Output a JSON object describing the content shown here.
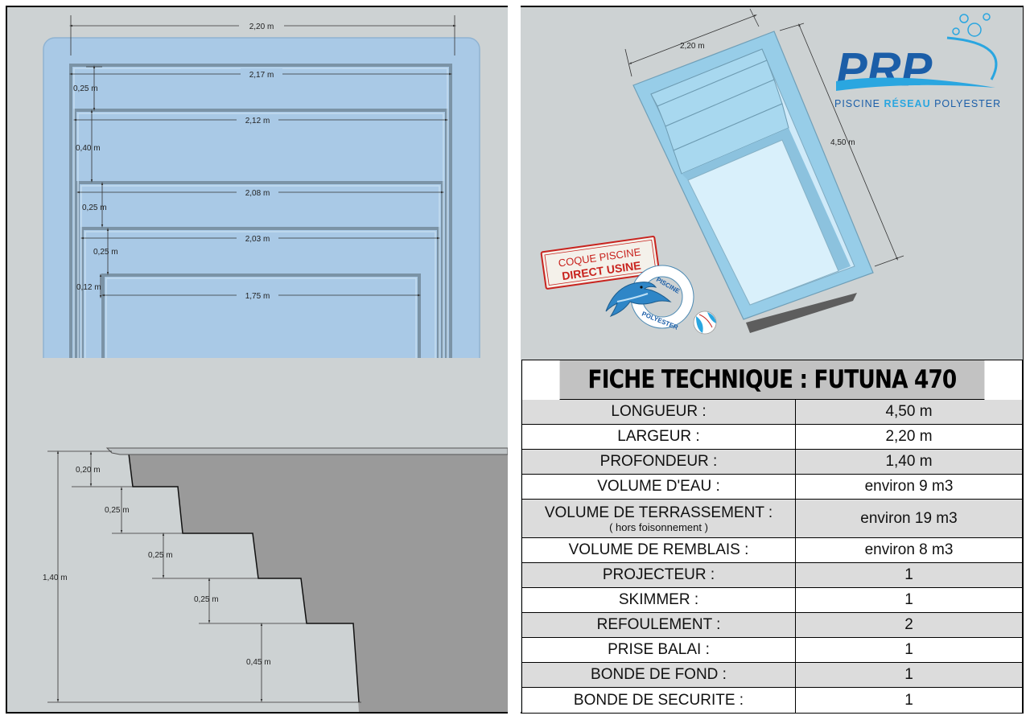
{
  "plan_view": {
    "width_top": "2,20 m",
    "steps": [
      {
        "width": "2,17 m",
        "depth": "0,25 m"
      },
      {
        "width": "2,12 m",
        "depth": "0,40 m"
      },
      {
        "width": "2,08 m",
        "depth": "0,25 m"
      },
      {
        "width": "2,03 m",
        "depth": "0,25 m"
      },
      {
        "width": "1,75 m",
        "depth": "0,12 m"
      }
    ]
  },
  "section_view": {
    "total_depth": "1,40 m",
    "risers": [
      "0,20 m",
      "0,25 m",
      "0,25 m",
      "0,25 m",
      "0,45 m"
    ]
  },
  "iso_view": {
    "width": "2,20 m",
    "length": "4,50 m"
  },
  "logo": {
    "brand": "PRP",
    "tagline_part1": "PISCINE ",
    "tagline_part2": "RÉSEAU",
    "tagline_part3": " POLYESTER",
    "brand_color": "#1b5ea8",
    "accent_color": "#2aa6e0"
  },
  "stamp": {
    "line1": "COQUE PISCINE",
    "line2": "DIRECT USINE",
    "ring_top": "PISCINE",
    "ring_bottom": "POLYESTER",
    "color": "#c8231e"
  },
  "spec": {
    "title": "FICHE TECHNIQUE : FUTUNA 470",
    "rows": [
      {
        "label": "LONGUEUR :",
        "value": "4,50 m"
      },
      {
        "label": "LARGEUR :",
        "value": "2,20 m"
      },
      {
        "label": "PROFONDEUR :",
        "value": "1,40 m"
      },
      {
        "label": "VOLUME D'EAU :",
        "value": "environ 9  m3"
      },
      {
        "label": "VOLUME DE TERRASSEMENT :",
        "sub": "( hors foisonnement )",
        "value": "environ 19 m3"
      },
      {
        "label": "VOLUME DE REMBLAIS :",
        "value": "environ 8 m3"
      },
      {
        "label": "PROJECTEUR :",
        "value": "1"
      },
      {
        "label": "SKIMMER :",
        "value": "1"
      },
      {
        "label": "REFOULEMENT :",
        "value": "2"
      },
      {
        "label": "PRISE BALAI :",
        "value": "1"
      },
      {
        "label": "BONDE DE FOND :",
        "value": "1"
      },
      {
        "label": "BONDE DE SECURITE :",
        "value": "1"
      }
    ]
  }
}
